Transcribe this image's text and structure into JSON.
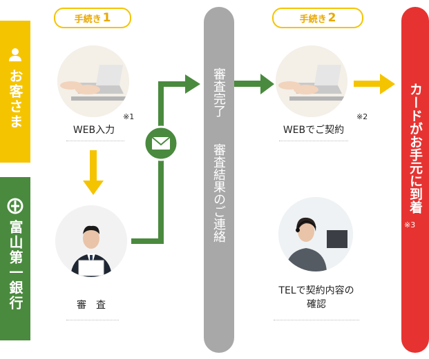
{
  "sides": {
    "customer": "お客さま",
    "bank": "富山第一銀行"
  },
  "steps": {
    "step1_text": "手続き",
    "step1_num": "1",
    "step2_text": "手続き",
    "step2_num": "2"
  },
  "nodes": {
    "web_apply": "WEB入力",
    "web_apply_note": "※1",
    "review": "審　査",
    "web_contract": "WEBでご契約",
    "web_contract_note": "※2",
    "tel_contract_line1": "TELで契約内容の",
    "tel_contract_line2": "確認"
  },
  "bands": {
    "review_complete": "審査完了",
    "review_result": "審査結果のご連絡",
    "card_arrival": "カードがお手元に到着",
    "card_arrival_note": "※3"
  },
  "colors": {
    "yellow": "#f5c400",
    "green": "#4a8a3e",
    "gray": "#a8a8a8",
    "red": "#e63331"
  }
}
